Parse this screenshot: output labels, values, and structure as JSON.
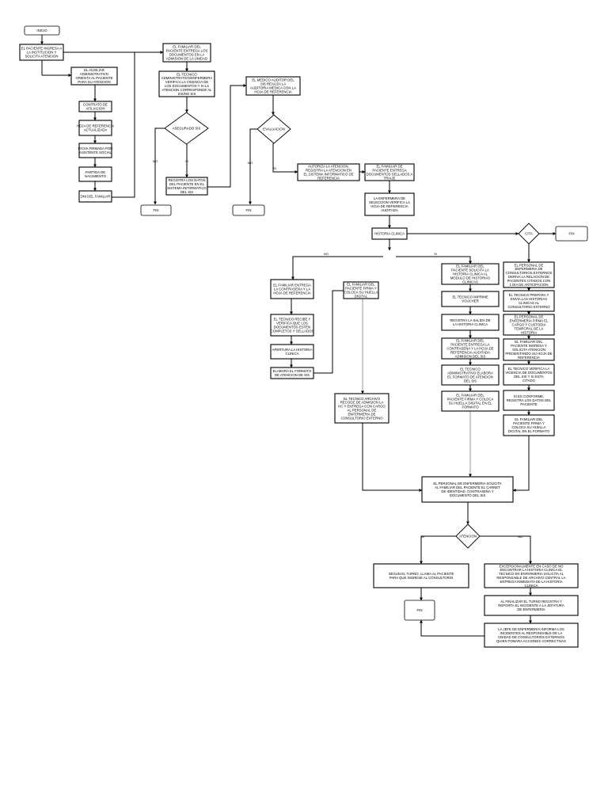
{
  "diagram": {
    "nodes": {
      "inicio": "INICIO",
      "n1": "EL PACIENTE INGRESA A LA INSTITUCION Y SOLICITA ATENCION",
      "n2": "EL FAMILIAR DEL PACIENTE ENTREGA LOS DOCUMENTOS EN LA ADMISION DE LA UNIDAD",
      "n3": "EL AUXILIAR ADMINISTRATIVO ORIENTA AL PACIENTE PARA SU ATENCION",
      "n4": "EL TECNICO ADMINISTRATIVO/ENFERMERA VERIFICA LA VIGENCIA DE LOS DOCUMENTOS Y SI LA ATENCION CORRESPONDE AL SIS/NO SIS",
      "n5": "EL MEDICO AUDITOR DEL SIS REALIZA LA AUDITORIA MEDICA CON LA HOJA DE REFERENCIA",
      "doc1": "CONTRATO DE AFILIACION",
      "doc2": "HOJA DE REFERENCIA ACTUALIZADA",
      "doc3": "FICHA FIRMADA POR ASISTENTE SOCIAL",
      "doc4": "PARTIDA DE NACIMIENTO",
      "doc5": "DNI DEL FAMILIAR",
      "d_asegurado": "ASEGURADO SIS",
      "d_evaluacion": "EVALUACION",
      "reg_datos": "REGISTRA LOS DATOS DEL PACIENTE EN EL SISTEMA INFORMATICO DEL SIS",
      "autoriza": "AUTORIZA LA ATENCION, REGISTRA LA ATENCION EN EL SISTEMA INFORMATICO DE REFERENCIA",
      "fam_entrega_docs": "EL FAMILIAR DE PACIENTE ENTREGA DOCUMENTOS SELLADOS A TRIAJE",
      "enfermera_sel": "LA ENFERMERA DE SELECCION VERIFICA LA HOJA DE REFERENCIA AUDITADA",
      "fin1": "FIN",
      "fin2": "FIN",
      "fin3": "FIN",
      "fin4": "FIN",
      "historia": "HISTORIA CLINICA",
      "d_cita": "CITA",
      "l1": "EL FAMILIAR ENTREGA LA CONTRASEÑA Y LA HOJA DE REFERENCIA",
      "l2": "EL TECNICO RECIBE Y VERIFICA QUE LOS DOCUMENTOS ESTEN COMPLETOS Y SELLADOS",
      "l3": "APERTURA LA HISTORIA CLINICA",
      "l4": "ELABORA EL FORMATO DE ATENCION DE SIS",
      "l5": "EL FAMILIAR DEL PACIENTE FIRMA Y COLOCA SU HUELLA DIGITAL",
      "l6": "EL TECNICO ARCHIVO RECOGE DE ADMISION LA HC Y ENTREGA CON CARGO AL PERSONAL DE ENFERMERIA DE CONSULTORIO EXTERNO",
      "m1": "EL FAMILIAR DEL PACIENTE SOLICITA LA HISTORIA CLINICA AL MODULO DE HISTORIAS CLINICAS",
      "m2": "EL TECNICO IMPRIME VOUCHER",
      "m3": "REGISTRA LA SALIDA DE LA HISTORIA CLINICA",
      "m4": "EL FAMILIAR DEL PACIENTE ENTREGA LA CONTRASEÑA Y LA HOJA DE REFERENCIA AUDITADA ADMISION DEL SIS",
      "m5": "EL TECNICO ADMINISTRATIVO ELABORA EL FORMATO DE ATENCION DEL SIS",
      "m6": "EL FAMILIAR DEL PACIENTE FIRMA Y COLOCA SU HUELLA DIGITAL EN EL FORMATO",
      "r1": "EL PERSONAL DE ENFERMERIA DE CONSULTORIOS EXTERNOS DERIVA LA RELACION DE PACIENTES CITADOS CON 1 DIA DE ANTICIPACION",
      "r2": "EL TECNICO PREPARA Y ENVIA LAS HISTORIAS CLINICAS AL CONSULTORIO EXTERNO",
      "r3": "EL PERSONAL DE ENFERMERIA FIRMA EL CARGO Y CUSTODIA TEMPORAL DE LA HISTORIA",
      "r4": "EL FAMILIAR DEL PACIENTE INGRESA Y SOLICITA ATENCION PRESENTANDO SU HOJA DE REFERENCIA",
      "r5": "EL TECNICO VERIFICA LA VIGENCIA DE DOCUMENTOS DEL SIS Y SI ESTA CITADO",
      "r6": "SI ES CONFORME, REGISTRA LOS DATOS DEL PACIENTE",
      "r7": "EL FAMILIAR DEL PACIENTE FIRMA Y COLOCA SU HUELLA DIGITAL EN EL FORMATO",
      "merge": "EL PERSONAL DE ENFERMERIA SOLICITA AL FAMILIAR DEL PACIENTE EL CARNET DE IDENTIDAD, CONTRASEÑA Y DOCUMENTO DEL SIS",
      "d_atencion": "ATENCION",
      "turno": "SEGUN EL TURNO, LLAMA AL PACIENTE PARA QUE INGRESE AL CONSULTORIO",
      "excep": "EXCEPCIONALMENTE EN CASO DE NO ENCONTRAR LA HISTORIA CLINICA EL TECNICO EN ENFERMERIA SOLICITA AL RESPONSABLE DE ARCHIVO CENTRAL LA ENTREGA INMEDIATA DE LA HISTORIA CLINICA",
      "finalizar": "AL FINALIZAR EL TURNO REGISTRA Y REPORTA EL INCIDENTE A LA JEFATURA DE ENFERMERIA",
      "jefe": "LA JEFE DE ENFERMERIA INFORMA LOS INCIDENTES AL RESPONSABLE DE LA UNIDAD DE CONSULTORIOS EXTERNOS QUIEN TOMARA ACCIONES CORRECTIVAS"
    },
    "edge_labels": {
      "no": "NO",
      "si": "SI"
    }
  }
}
